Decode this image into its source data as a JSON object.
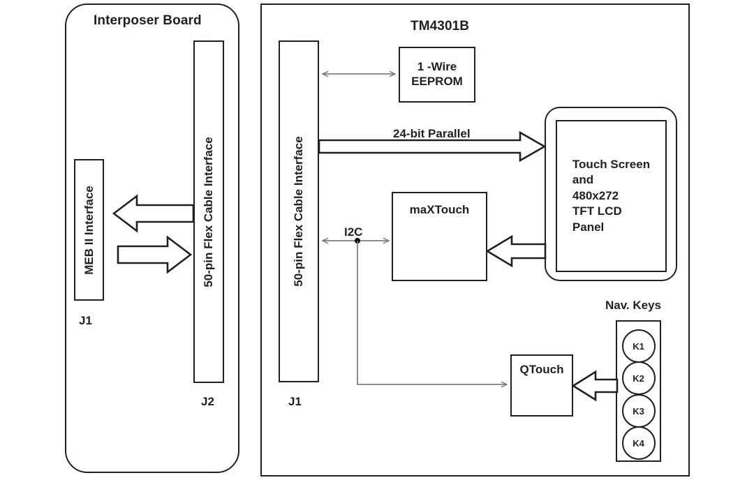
{
  "diagram": {
    "boards": {
      "left": {
        "title": "Interposer Board"
      },
      "right": {
        "title": "TM4301B"
      }
    },
    "left_board": {
      "meb_interface_label": "MEB II Interface",
      "meb_connector_label": "J1",
      "flex_cable_label": "50-pin Flex Cable Interface",
      "flex_connector_label": "J2",
      "arrows": [
        {
          "name": "meb-to-flex-inbound",
          "direction": "left"
        },
        {
          "name": "meb-to-flex-outbound",
          "direction": "right"
        }
      ]
    },
    "right_board": {
      "flex_cable_label": "50-pin Flex Cable Interface",
      "flex_connector_label": "J1",
      "eeprom_label": "1 -Wire\nEEPROM",
      "eeprom_line1": "1 -Wire",
      "eeprom_line2": "EEPROM",
      "maxtouch_label": "maXTouch",
      "qtouch_label": "QTouch",
      "display": {
        "line1": "Touch Screen",
        "line2": "and",
        "line3": "480x272",
        "line4": "TFT LCD",
        "line5": "Panel",
        "resolution": "480x272"
      },
      "nav_keys": {
        "title": "Nav. Keys",
        "keys": [
          {
            "label": "K1"
          },
          {
            "label": "K2"
          },
          {
            "label": "K3"
          },
          {
            "label": "K4"
          }
        ]
      }
    },
    "bus_labels": {
      "parallel": "24-bit Parallel",
      "i2c": "I2C"
    },
    "connections": [
      {
        "name": "flex-to-eeprom",
        "label": "",
        "style": "thin-double-arrow",
        "direction": "bidirectional"
      },
      {
        "name": "flex-to-display",
        "label": "24-bit Parallel",
        "style": "block-arrow",
        "direction": "right"
      },
      {
        "name": "display-to-maxtouch",
        "label": "",
        "style": "block-arrow",
        "direction": "left"
      },
      {
        "name": "flex-to-maxtouch-i2c",
        "label": "I2C",
        "style": "thin-double-arrow",
        "direction": "bidirectional"
      },
      {
        "name": "i2c-branch-to-qtouch",
        "label": "",
        "style": "thin-arrow",
        "direction": "right"
      },
      {
        "name": "navkeys-to-qtouch",
        "label": "",
        "style": "block-arrow",
        "direction": "left"
      }
    ],
    "colors": {
      "stroke": "#231f20",
      "thin_stroke": "#808080",
      "background": "#ffffff"
    }
  }
}
